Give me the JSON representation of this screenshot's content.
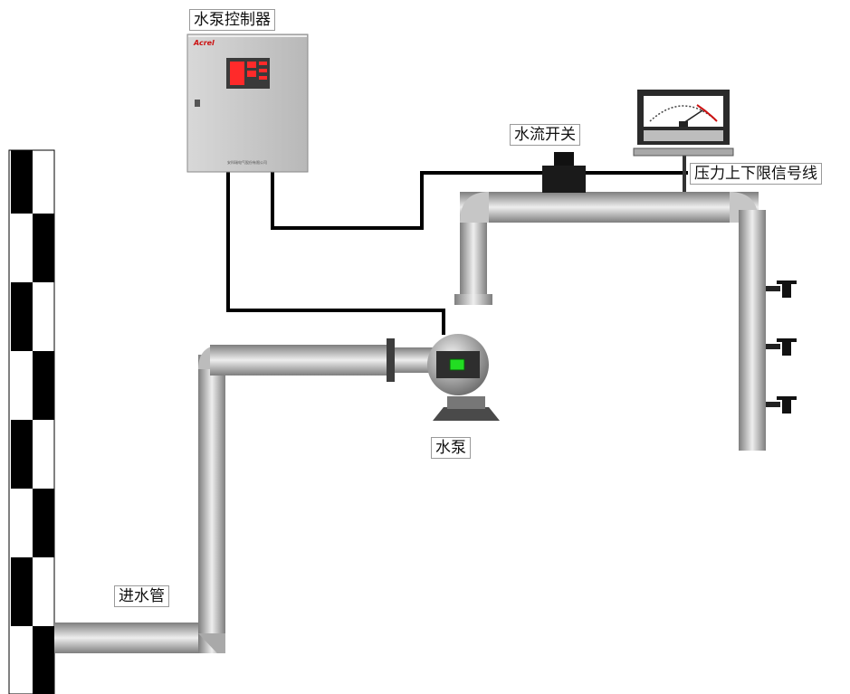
{
  "labels": {
    "controller": "水泵控制器",
    "flow_switch": "水流开关",
    "pressure_line": "压力上下限信号线",
    "pump": "水泵",
    "inlet_pipe": "进水管"
  },
  "controller_cabinet": {
    "brand": "Acrel",
    "footer_text": "安科瑞电气股份有限公司"
  },
  "colors": {
    "pipe_light": "#e4e4e4",
    "pipe_dark": "#8f8f8f",
    "cable": "#000000",
    "cabinet": "#c8c8c8",
    "pump_indicator": "#22dd22",
    "display_red": "#ff2a2a",
    "brand_red": "#cc1111"
  },
  "icons": {
    "faucets": [
      "faucet-icon",
      "faucet-icon",
      "faucet-icon"
    ],
    "gauge": "pressure-gauge-icon",
    "pump": "water-pump-icon"
  }
}
